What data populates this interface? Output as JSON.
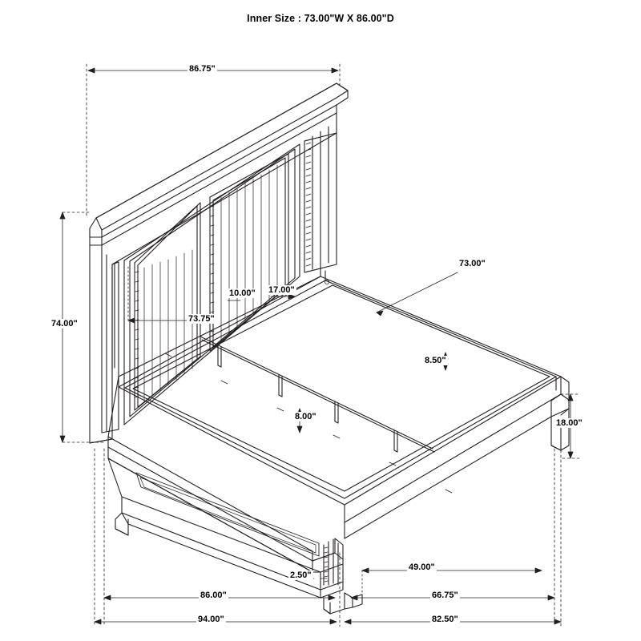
{
  "page": {
    "title": "Inner Size : 73.00\"W X 86.00\"D",
    "background": "#ffffff",
    "line_color": "#231f20"
  },
  "dimensions": {
    "headboard_width": "86.75\"",
    "headboard_height": "74.00\"",
    "panel_width": "73.75\"",
    "panel_segment_a": "10.00\"",
    "panel_segment_b": "17.00\"",
    "inner_width": "73.00\"",
    "rail_height": "8.50\"",
    "slat_height": "8.00\"",
    "footboard_height": "18.00\"",
    "footboard_rail": "2.50\"",
    "bed_length_inner": "86.00\"",
    "bed_length_outer": "94.00\"",
    "side_depth": "66.75\"",
    "side_depth_outer": "82.50\"",
    "footboard_width": "49.00\""
  },
  "chart_data": {
    "type": "table",
    "title": "Inner Size : 73.00\"W X 86.00\"D",
    "categories": [
      "headboard_width",
      "headboard_height",
      "panel_width",
      "panel_segment_a",
      "panel_segment_b",
      "inner_width",
      "rail_height",
      "slat_height",
      "footboard_height",
      "footboard_rail",
      "bed_length_inner",
      "bed_length_outer",
      "side_depth",
      "side_depth_outer",
      "footboard_width"
    ],
    "values": [
      86.75,
      74.0,
      73.75,
      10.0,
      17.0,
      73.0,
      8.5,
      8.0,
      18.0,
      2.5,
      86.0,
      94.0,
      66.75,
      82.5,
      49.0
    ],
    "units": "inches"
  }
}
